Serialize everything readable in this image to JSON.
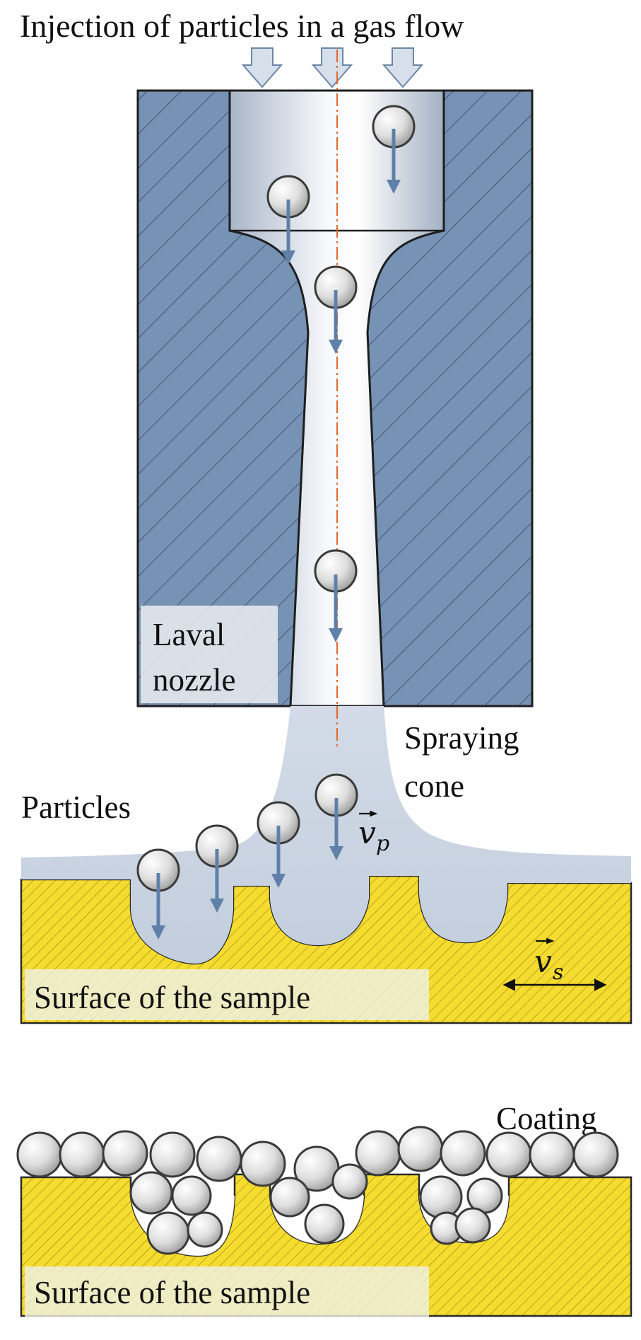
{
  "title": "Injection of particles in a gas flow",
  "labels": {
    "laval_nozzle_line1": "Laval",
    "laval_nozzle_line2": "nozzle",
    "spraying_cone_line1": "Spraying",
    "spraying_cone_line2": "cone",
    "particles": "Particles",
    "particle_velocity_symbol": "v",
    "particle_velocity_subscript": "p",
    "sample_velocity_symbol": "v",
    "sample_velocity_subscript": "s",
    "surface_top": "Surface of the sample",
    "coating": "Coating",
    "surface_bottom": "Surface of the sample"
  },
  "colors": {
    "nozzle_body": "#7692b4",
    "nozzle_channel_light": "#f4f6f9",
    "nozzle_channel_dark": "#a8b6c8",
    "spray_cone": "#c9d3e1",
    "substrate": "#f5dc2e",
    "particle": "#dcdcdc",
    "particle_outline": "#3a3a3a",
    "arrow": "#5f80a8",
    "axis_line": "#e0692a",
    "label_box": "#e8eaee"
  },
  "icons": {
    "inflow_arrows": "down-arrow-icon",
    "velocity_arrows": "down-arrow-icon",
    "sample_motion": "double-headed-arrow-icon"
  }
}
